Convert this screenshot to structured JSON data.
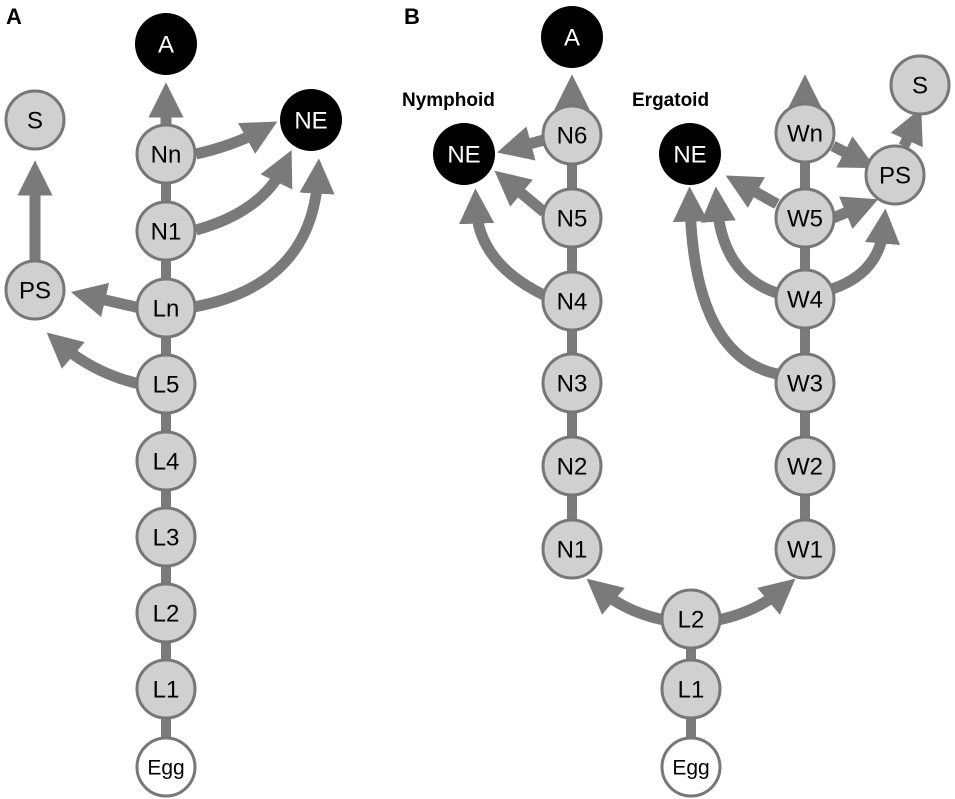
{
  "panel_a": {
    "label": "A",
    "nodes": {
      "egg": "Egg",
      "l1": "L1",
      "l2": "L2",
      "l3": "L3",
      "l4": "L4",
      "l5": "L5",
      "ln": "Ln",
      "n1": "N1",
      "nn": "Nn",
      "a": "A",
      "ne": "NE",
      "ps": "PS",
      "s": "S"
    }
  },
  "panel_b": {
    "label": "B",
    "nymphoid_label": "Nymphoid",
    "ergatoid_label": "Ergatoid",
    "nodes": {
      "egg": "Egg",
      "l1": "L1",
      "l2": "L2",
      "n1": "N1",
      "n2": "N2",
      "n3": "N3",
      "n4": "N4",
      "n5": "N5",
      "n6": "N6",
      "a": "A",
      "ne_nymphoid": "NE",
      "w1": "W1",
      "w2": "W2",
      "w3": "W3",
      "w4": "W4",
      "w5": "W5",
      "wn": "Wn",
      "ne_ergatoid": "NE",
      "ps": "PS",
      "s": "S"
    }
  },
  "colors": {
    "arrow": "#7a7a7a",
    "node_fill": "#d0d0d0",
    "node_stroke": "#777777",
    "dark_node": "#000000",
    "egg_fill": "#ffffff"
  }
}
